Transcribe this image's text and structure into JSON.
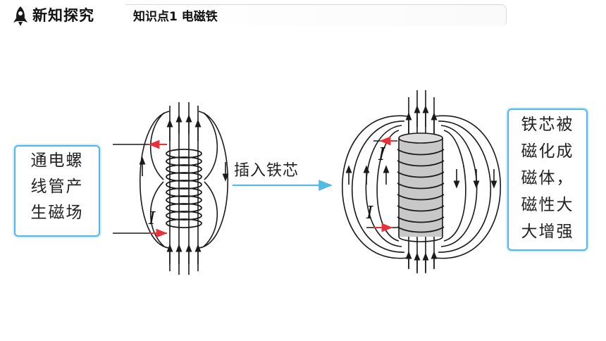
{
  "header": {
    "section_title": "新知探究",
    "topic_label": "知识点1  电磁铁"
  },
  "left_box": {
    "lines": [
      "通电螺",
      "线管产",
      "生磁场"
    ]
  },
  "arrow_label": "插入铁芯",
  "right_box": {
    "lines": [
      "铁芯被",
      "磁化成",
      "磁体，",
      "磁性大",
      "大增强"
    ]
  },
  "current_labels": {
    "left": "I",
    "right_top": "I",
    "right_bottom": "I"
  },
  "colors": {
    "accent": "#52b7e6",
    "current_arrow": "#e8313a",
    "field_lines": "#1a1a1a",
    "core": "#c8c8c8"
  }
}
